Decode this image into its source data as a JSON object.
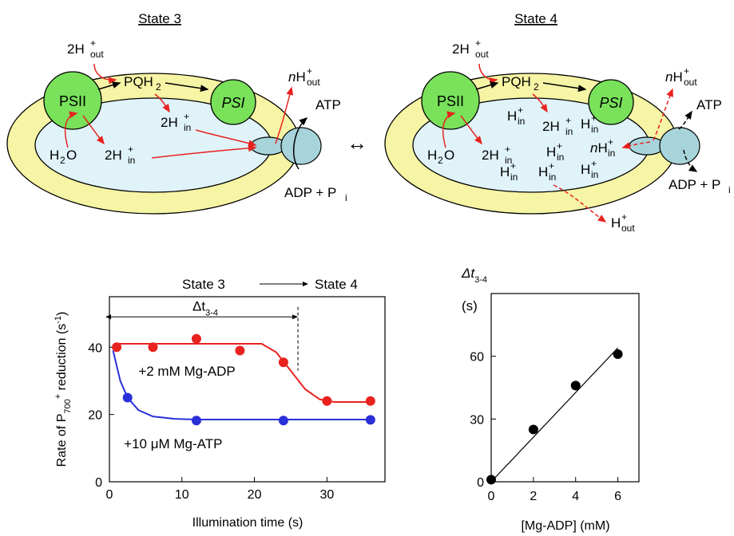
{
  "schemes": {
    "state3": {
      "title": "State 3",
      "h_out": "2H",
      "psii": "PSII",
      "psi": "PSI",
      "pqh": "PQH",
      "pqh_sub": "2",
      "water": "H",
      "water_sub": "2",
      "water_o": "O",
      "h_in_a": "2H",
      "h_in_b": "2H",
      "n_h_out_n": "n",
      "n_h_out": "H",
      "atp": "ATP",
      "adp": "ADP + P",
      "adp_sub": "i"
    },
    "state4": {
      "title": "State 4",
      "h_out": "2H",
      "psii": "PSII",
      "psi": "PSI",
      "pqh": "PQH",
      "pqh_sub": "2",
      "water": "H",
      "water_sub": "2",
      "water_o": "O",
      "h_in_a": "2H",
      "h_in_b": "2H",
      "h_in_single": "H",
      "n_h_in_n": "n",
      "n_h_in": "H",
      "n_h_out_n": "n",
      "n_h_out": "H",
      "atp": "ATP",
      "adp": "ADP + P",
      "adp_sub": "i",
      "leak_h_out": "H"
    },
    "sub_out": "out",
    "sub_in": "in",
    "sup_plus": "+",
    "transition_arrow": "↔"
  },
  "chart_data": [
    {
      "type": "scatter",
      "title": "",
      "header_left": "State 3",
      "header_right": "State 4",
      "xlabel": "Illumination time (s)",
      "ylabel": {
        "main": "Rate of P",
        "sub": "700",
        "sup": "+",
        "rest": " reduction (s",
        "sup2": "-1",
        "close": ")"
      },
      "xlim": [
        0,
        38
      ],
      "ylim": [
        0,
        55
      ],
      "xticks": [
        0,
        10,
        20,
        30
      ],
      "yticks": [
        0,
        20,
        40
      ],
      "annotation": {
        "text": "Δt",
        "sub": "3-4",
        "from_x": 0,
        "to_x": 26
      },
      "series": [
        {
          "name": "+2 mM Mg-ADP",
          "color": "#e8231f",
          "points": [
            [
              1,
              40
            ],
            [
              6,
              40
            ],
            [
              12,
              42.5
            ],
            [
              18,
              39
            ],
            [
              24,
              35.5
            ],
            [
              30,
              24
            ],
            [
              36,
              24
            ]
          ],
          "fit": [
            [
              1,
              41
            ],
            [
              21,
              41
            ],
            [
              23,
              38.5
            ],
            [
              25,
              33
            ],
            [
              27,
              27.5
            ],
            [
              29,
              24.5
            ],
            [
              31,
              23.7
            ],
            [
              36,
              23.7
            ]
          ]
        },
        {
          "name": "+10 μM Mg-ATP",
          "color": "#2a30d8",
          "points": [
            [
              2.5,
              25
            ],
            [
              12,
              18.2
            ],
            [
              24,
              18.2
            ],
            [
              36,
              18.4
            ]
          ],
          "fit": [
            [
              0.5,
              39
            ],
            [
              1.5,
              30
            ],
            [
              2.5,
              25
            ],
            [
              4,
              21.3
            ],
            [
              6,
              19.4
            ],
            [
              9,
              18.7
            ],
            [
              12,
              18.5
            ],
            [
              36,
              18.5
            ]
          ]
        }
      ]
    },
    {
      "type": "scatter",
      "title": "",
      "xlabel": "[Mg-ADP] (mM)",
      "ylabel_top": "Δt",
      "ylabel_top_sub": "3-4",
      "ylabel_unit": "(s)",
      "xlim": [
        0,
        7
      ],
      "ylim": [
        0,
        90
      ],
      "xticks": [
        0,
        2,
        4,
        6
      ],
      "yticks": [
        0,
        30,
        60
      ],
      "points": [
        [
          0,
          1
        ],
        [
          2,
          25
        ],
        [
          4,
          46
        ],
        [
          6,
          61
        ]
      ],
      "fit_line": [
        [
          0,
          0
        ],
        [
          6,
          64
        ]
      ]
    }
  ],
  "colors": {
    "membrane": "#f6f4a5",
    "lumen": "#dff3f9",
    "photosystem": "#79e15a",
    "atp_synthase": "#a7d4da",
    "proton_arrow": "#e8231f",
    "electron_arrow": "#000000"
  }
}
